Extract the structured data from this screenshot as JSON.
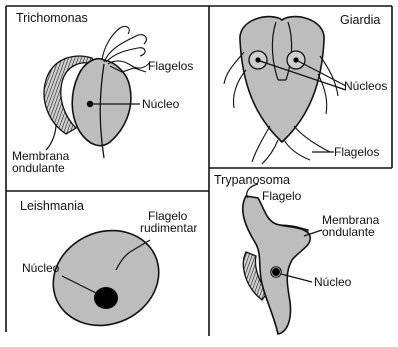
{
  "colors": {
    "background": "#ffffff",
    "outline": "#111111",
    "cell_fill": "#bdbdbd",
    "nucleus_fill": "#000000"
  },
  "panels": {
    "trichomonas": {
      "title": "Trichomonas",
      "labels": {
        "flagelos": "Flagelos",
        "nucleo": "Núcleo",
        "membrana_line1": "Membrana",
        "membrana_line2": "ondulante"
      }
    },
    "giardia": {
      "title": "Giardia",
      "labels": {
        "nucleos": "Núcleos",
        "flagelos": "Flagelos"
      }
    },
    "leishmania": {
      "title": "Leishmania",
      "labels": {
        "flagelo_line1": "Flagelo",
        "flagelo_line2": "rudimentar",
        "nucleo": "Núcleo"
      }
    },
    "trypanosoma": {
      "title": "Trypanosoma",
      "labels": {
        "flagelo": "Flagelo",
        "membrana_line1": "Membrana",
        "membrana_line2": "ondulante",
        "nucleo": "Núcleo"
      }
    }
  }
}
